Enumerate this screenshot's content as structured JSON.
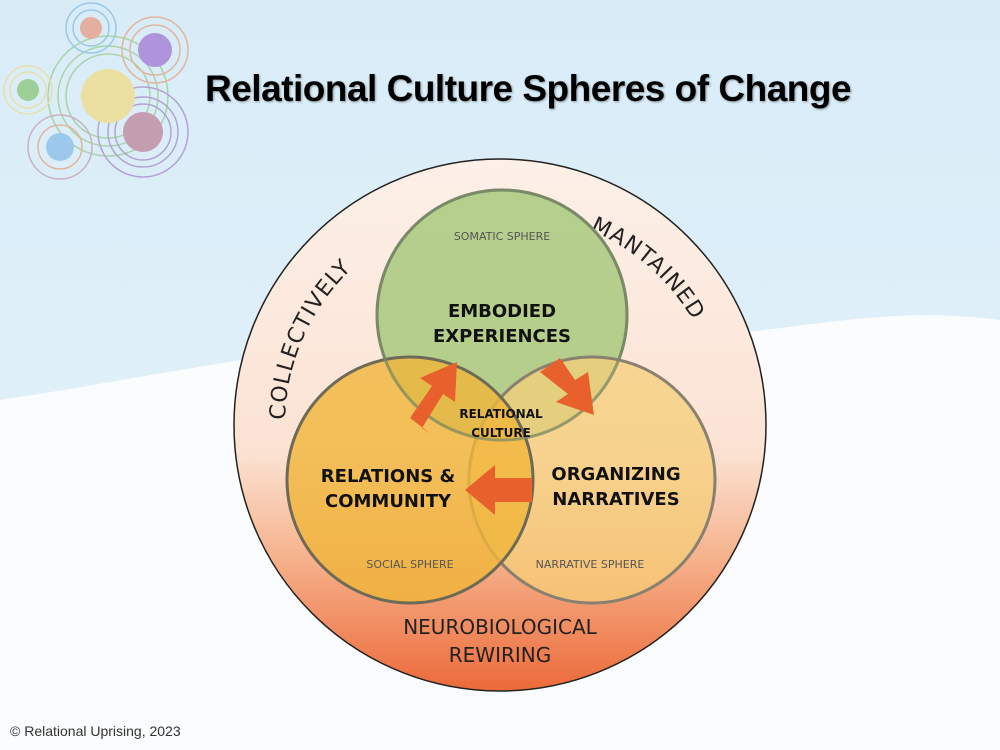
{
  "title": "Relational Culture Spheres of Change",
  "copyright": "© Relational Uprising, 2023",
  "diagram": {
    "outer_labels": {
      "left_arc": "COLLECTIVELY",
      "right_arc": "MANTAINED",
      "bottom_line1": "NEUROBIOLOGICAL",
      "bottom_line2": "REWIRING"
    },
    "center": {
      "line1": "RELATIONAL",
      "line2": "CULTURE"
    },
    "spheres": [
      {
        "sphere": "SOMATIC SPHERE",
        "line1": "EMBODIED",
        "line2": "EXPERIENCES",
        "color": "#a8c97e"
      },
      {
        "sphere": "SOCIAL SPHERE",
        "line1": "RELATIONS &",
        "line2": "COMMUNITY",
        "color": "#f0b53a"
      },
      {
        "sphere": "NARRATIVE SPHERE",
        "line1": "ORGANIZING",
        "line2": "NARRATIVES",
        "color": "#f6cd78"
      }
    ],
    "arrows": [
      "social-to-somatic",
      "somatic-to-narrative",
      "narrative-to-social"
    ],
    "arrow_color": "#e8602c"
  }
}
